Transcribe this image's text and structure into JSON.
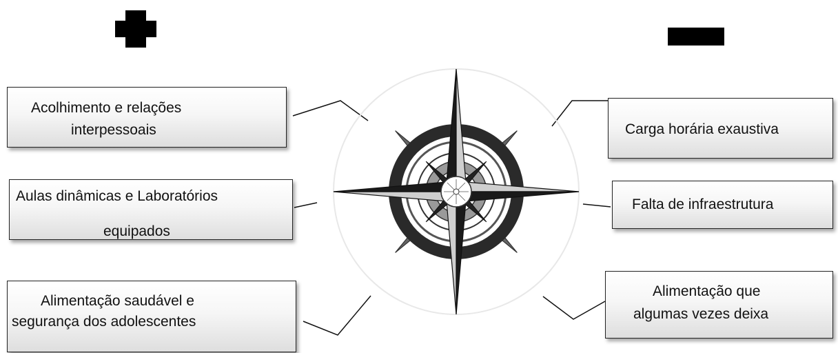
{
  "symbols": {
    "positive": "plus-icon",
    "negative": "minus-icon"
  },
  "center_graphic": "compass-rose-icon",
  "positives": [
    {
      "line1": "Acolhimento e relações",
      "line2": "interpessoais"
    },
    {
      "line1": "Aulas dinâmicas e Laboratórios",
      "line2": "equipados"
    },
    {
      "line1": "Alimentação saudável e",
      "line2": "segurança dos adolescentes"
    }
  ],
  "negatives": [
    {
      "line1": "Carga horária exaustiva"
    },
    {
      "line1": "Falta de infraestrutura"
    },
    {
      "line1": "Alimentação que",
      "line2": "algumas vezes deixa"
    }
  ]
}
